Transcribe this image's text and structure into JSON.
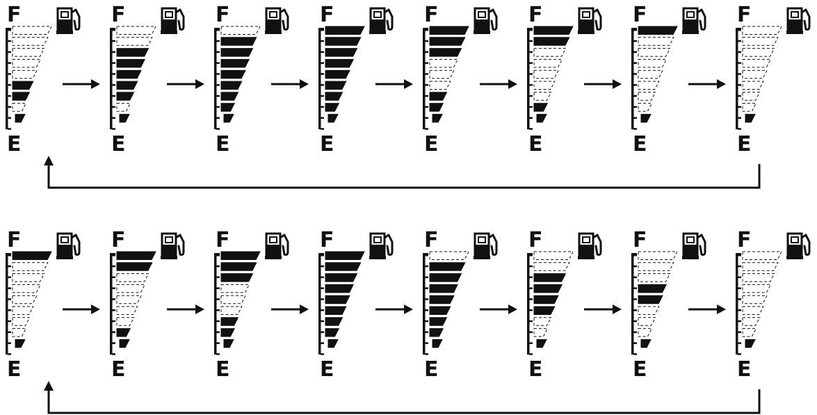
{
  "labels": {
    "full": "F",
    "empty": "E"
  },
  "colors": {
    "ink": "#111111",
    "background": "#ffffff"
  },
  "icons": {
    "pump": "fuel-pump-icon",
    "arrow": "right-arrow-icon"
  },
  "segments_per_gauge": 9,
  "rows": [
    {
      "name": "sequence-1",
      "gauges": [
        {
          "lit": [
            5,
            6,
            8
          ],
          "pump_level": 0.55
        },
        {
          "lit": [
            2,
            3,
            4,
            5,
            6,
            8
          ],
          "pump_level": 0.55
        },
        {
          "lit": [
            1,
            2,
            3,
            4,
            5,
            6,
            7,
            8
          ],
          "pump_level": 0.55
        },
        {
          "lit": [
            0,
            1,
            2,
            3,
            4,
            5,
            6,
            7,
            8
          ],
          "pump_level": 0.55
        },
        {
          "lit": [
            0,
            1,
            2,
            6,
            7,
            8
          ],
          "pump_level": 0.55
        },
        {
          "lit": [
            0,
            1,
            7,
            8
          ],
          "pump_level": 0.55
        },
        {
          "lit": [
            0,
            8
          ],
          "pump_level": 0.55
        },
        {
          "lit": [
            8
          ],
          "pump_level": 0.55
        }
      ]
    },
    {
      "name": "sequence-2",
      "gauges": [
        {
          "lit": [
            0,
            8
          ],
          "pump_level": 0.55
        },
        {
          "lit": [
            0,
            1,
            7,
            8
          ],
          "pump_level": 0.55
        },
        {
          "lit": [
            0,
            1,
            2,
            6,
            7,
            8
          ],
          "pump_level": 0.55
        },
        {
          "lit": [
            0,
            1,
            2,
            3,
            4,
            5,
            6,
            7,
            8
          ],
          "pump_level": 0.55
        },
        {
          "lit": [
            1,
            2,
            3,
            4,
            5,
            6,
            7,
            8
          ],
          "pump_level": 0.55
        },
        {
          "lit": [
            2,
            3,
            4,
            5,
            8
          ],
          "pump_level": 0.55
        },
        {
          "lit": [
            3,
            4,
            8
          ],
          "pump_level": 0.55
        },
        {
          "lit": [
            8
          ],
          "pump_level": 0.55
        }
      ]
    }
  ]
}
